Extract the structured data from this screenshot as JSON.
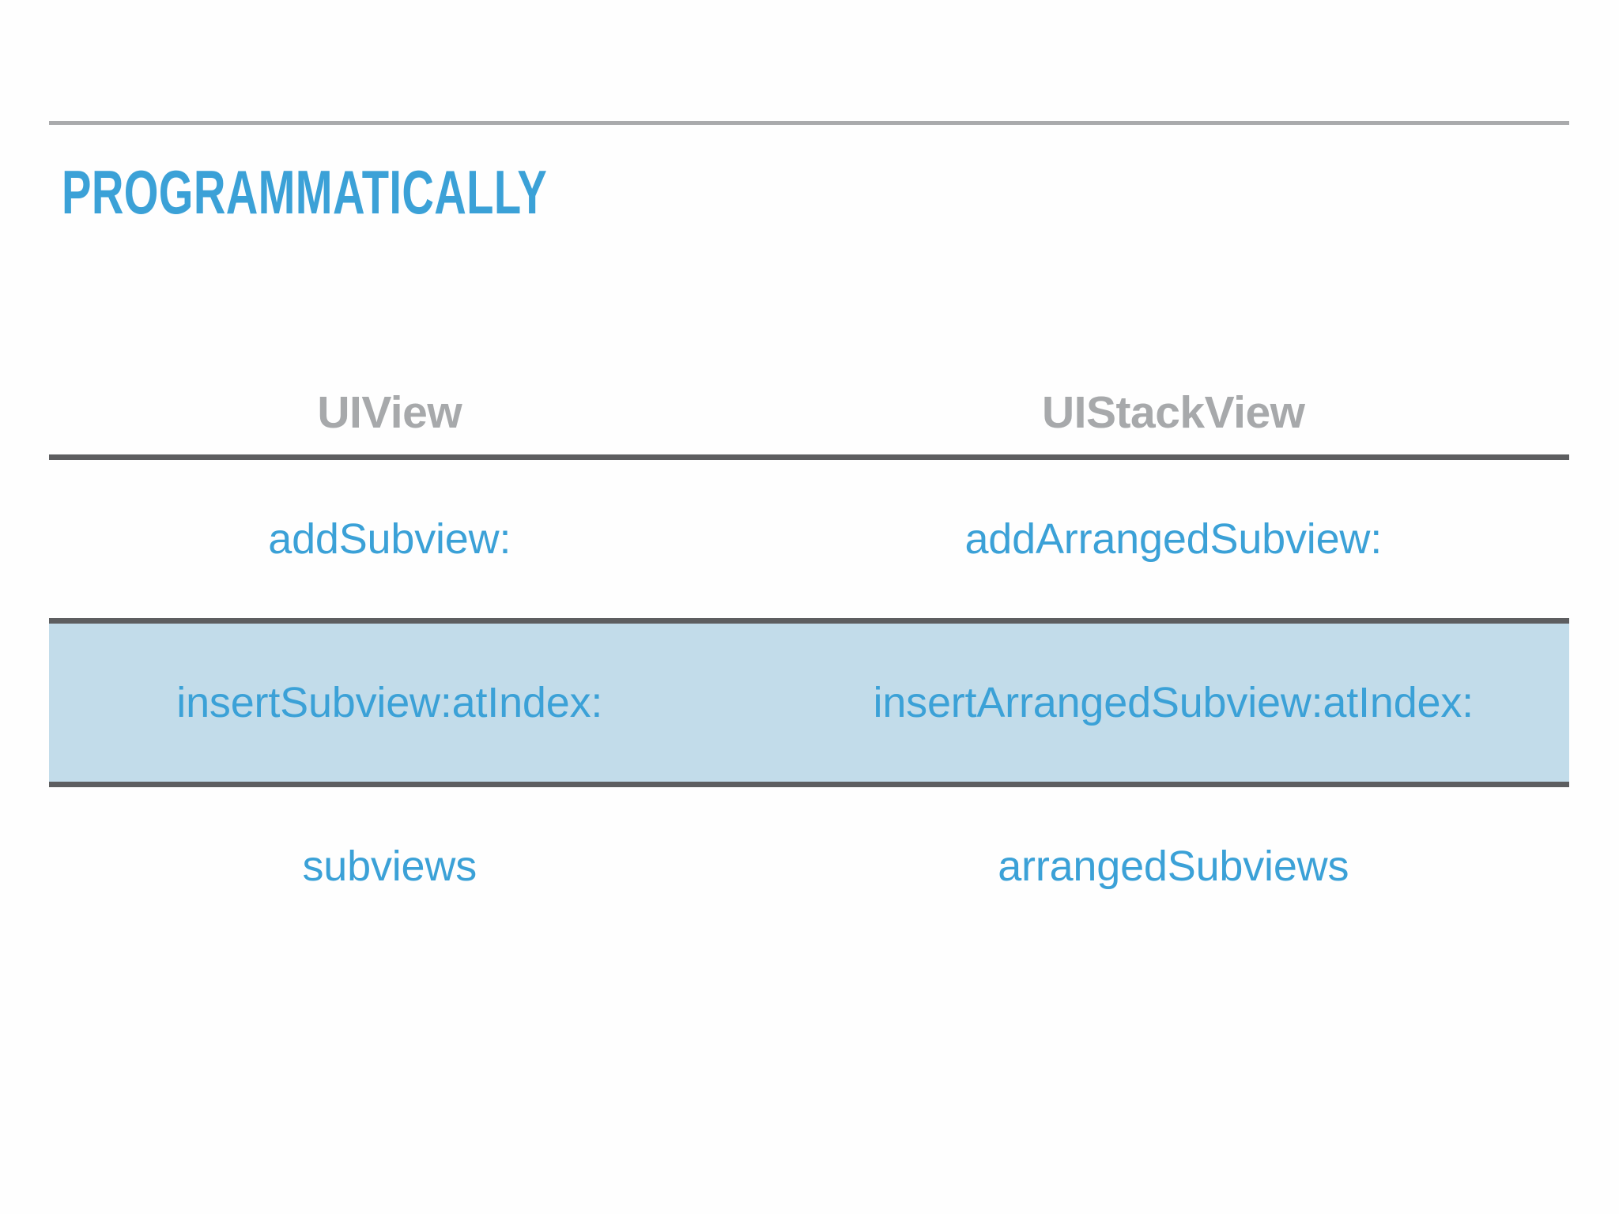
{
  "slide": {
    "title": "PROGRAMMATICALLY",
    "title_color": "#3ba1d7",
    "background_color": "#fefefe",
    "top_rule_color": "#a9aaac",
    "divider_color": "#5d5e60",
    "highlight_color": "#c2dcea",
    "header_text_color": "#a7a9ab"
  },
  "table": {
    "columns": [
      {
        "label": "UIView"
      },
      {
        "label": "UIStackView"
      }
    ],
    "rows": [
      {
        "highlighted": false,
        "cells": [
          "addSubview:",
          "addArrangedSubview:"
        ]
      },
      {
        "highlighted": true,
        "cells": [
          "insertSubview:atIndex:",
          "insertArrangedSubview:atIndex:"
        ]
      },
      {
        "highlighted": false,
        "cells": [
          "subviews",
          "arrangedSubviews"
        ]
      }
    ]
  }
}
